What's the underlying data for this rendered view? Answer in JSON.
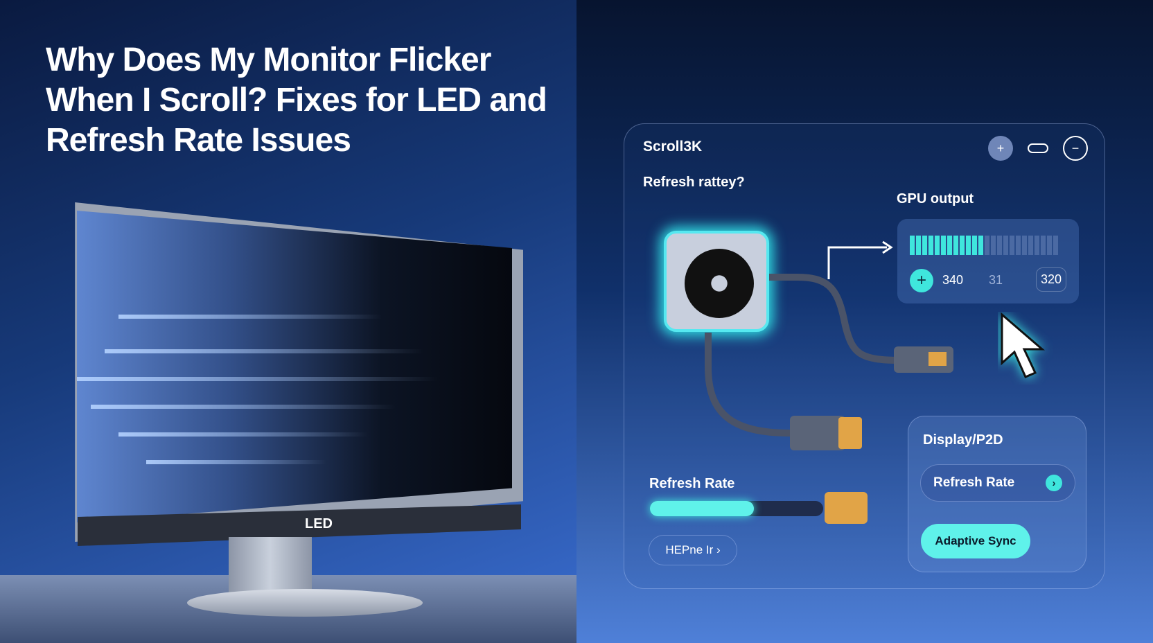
{
  "headline": "Why Does My Monitor Flicker When I Scroll? Fixes for LED and Refresh Rate Issues",
  "monitor": {
    "brand_label": "LED"
  },
  "app": {
    "title": "Scroll3K",
    "header_icons": [
      "plus-icon",
      "battery-icon",
      "refresh-icon"
    ],
    "question": "Refresh rattey?",
    "gpu": {
      "label": "GPU output",
      "level_segments_on": 12,
      "level_segments_total": 24,
      "values": [
        "340",
        "31",
        "320"
      ]
    },
    "slider": {
      "label": "Refresh Rate",
      "value_fraction": 0.5
    },
    "help_button": "HEPne Ir",
    "display_card": {
      "title": "Display/P2D",
      "refresh_button": "Refresh Rate",
      "adaptive_button": "Adaptive Sync"
    },
    "colors": {
      "accent": "#3fe6dd",
      "panel_border": "#b4c8f0"
    }
  }
}
